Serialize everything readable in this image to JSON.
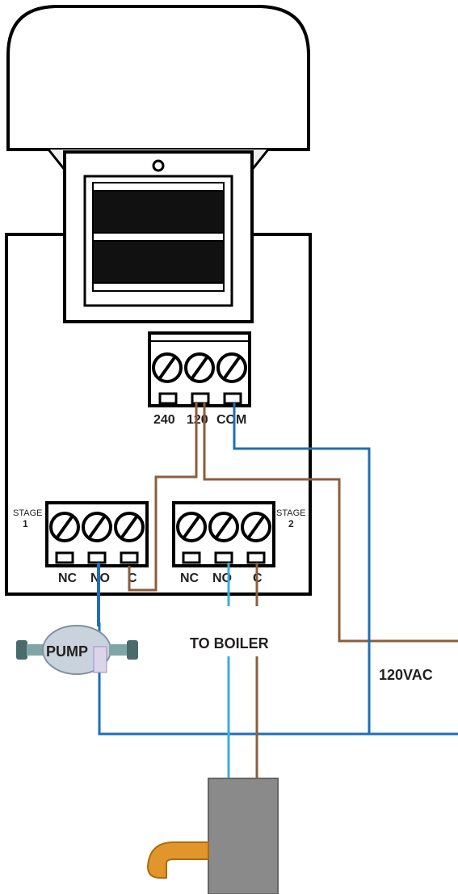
{
  "transformer_terminals": {
    "labels": [
      "240",
      "120",
      "COM"
    ]
  },
  "stage1": {
    "label_top": "STAGE",
    "label_num": "1",
    "terminals": [
      "NC",
      "NO",
      "C"
    ]
  },
  "stage2": {
    "label_top": "STAGE",
    "label_num": "2",
    "terminals": [
      "NC",
      "NO",
      "C"
    ]
  },
  "pump_label": "PUMP",
  "boiler_label": "TO BOILER",
  "supply_label": "120VAC",
  "colors": {
    "outline": "#000000",
    "hot_wire": "#8b5e3c",
    "neutral_wire": "#1f6fb5",
    "light_blue_wire": "#3aaee0",
    "box_gray": "#8a8a8a",
    "pipe_orange": "#e0962a"
  }
}
